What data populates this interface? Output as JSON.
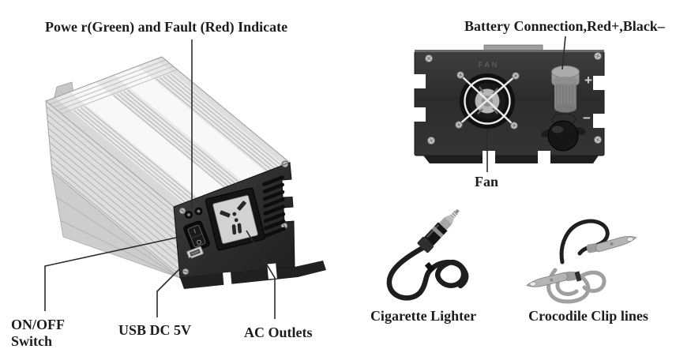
{
  "front_view": {
    "label_power_fault": "Powe r(Green) and Fault (Red) Indicate",
    "label_on_off_line1": "ON/OFF",
    "label_on_off_line2": "Switch",
    "label_usb": "USB DC 5V",
    "label_ac": "AC Outlets",
    "switch_on_marking": "I",
    "switch_off_marking": "O"
  },
  "rear_view": {
    "label_battery": "Battery Connection,Red+,Black–",
    "label_fan": "Fan",
    "embossed_fan": "FAN",
    "terminal_positive": "+",
    "terminal_negative": "−"
  },
  "accessories": {
    "label_cigarette": "Cigarette Lighter",
    "label_crocodile": "Crocodile Clip lines"
  },
  "colors": {
    "label_text": "#1c1c1c",
    "callout_line": "#2b2b2b",
    "front_panel_dark": "#2e2e2e",
    "rear_panel_dark": "#323232",
    "aluminum_light": "#ebebeb",
    "background": "#ffffff"
  }
}
